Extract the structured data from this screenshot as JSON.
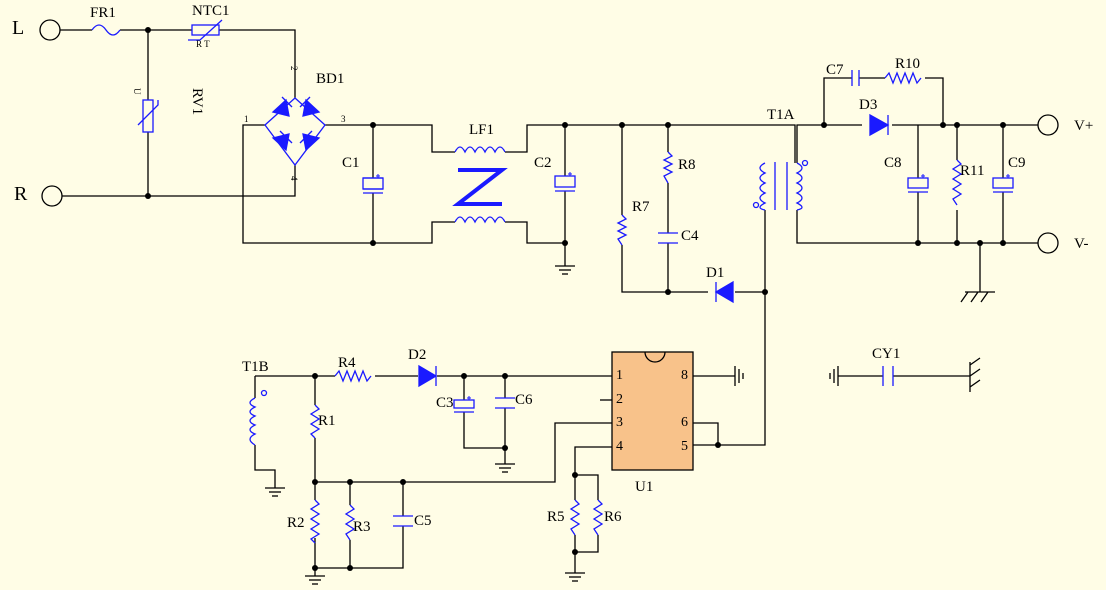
{
  "terminals": {
    "l": "L",
    "r": "R",
    "vplus": "V+",
    "vminus": "V-"
  },
  "parts": {
    "fr1": "FR1",
    "ntc1": "NTC1",
    "ntc1_rt": "R T",
    "rv1": "RV1",
    "rv1_u": "U",
    "bd1": "BD1",
    "bd1_pin1": "1",
    "bd1_pin2": "2",
    "bd1_pin3": "3",
    "bd1_pin4": "4",
    "c1": "C1",
    "lf1": "LF1",
    "c2": "C2",
    "r7": "R7",
    "r8": "R8",
    "c4": "C4",
    "d1": "D1",
    "t1a": "T1A",
    "c7": "C7",
    "r10": "R10",
    "d3": "D3",
    "c8": "C8",
    "r11": "R11",
    "c9": "C9",
    "cy1": "CY1",
    "t1b": "T1B",
    "r4": "R4",
    "d2": "D2",
    "c3": "C3",
    "c6": "C6",
    "r1": "R1",
    "r2": "R2",
    "r3": "R3",
    "c5": "C5",
    "r5": "R5",
    "r6": "R6",
    "u1": "U1"
  },
  "u1_pins": {
    "p1": "1",
    "p2": "2",
    "p3": "3",
    "p4": "4",
    "p5": "5",
    "p6": "6",
    "p8": "8"
  },
  "colors": {
    "wire": "#000000",
    "component": "#1a1aff",
    "ic_fill": "#f8c28a",
    "background": "#fffde6"
  }
}
